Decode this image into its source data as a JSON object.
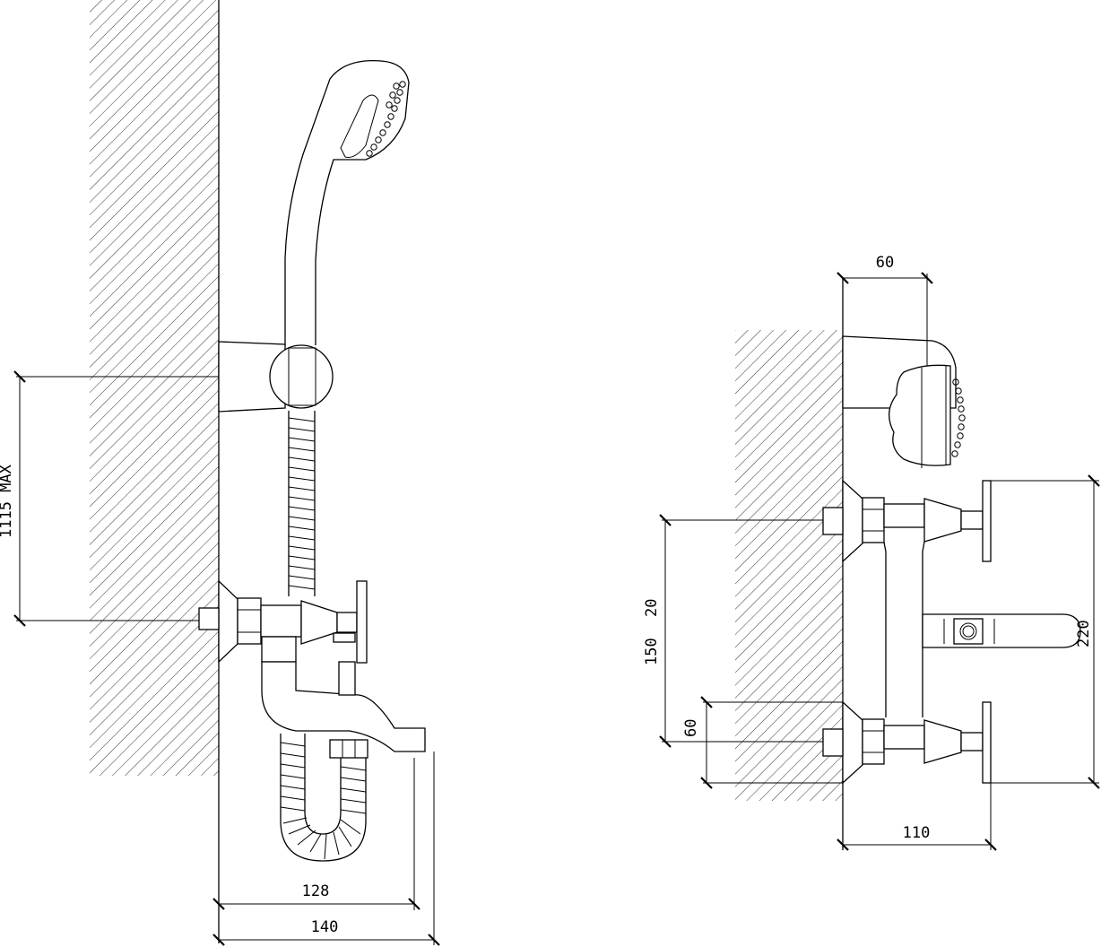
{
  "dimensions": {
    "height_max": "1115 MAX",
    "width_128": "128",
    "width_140": "140",
    "top_60": "60",
    "bottom_110": "110",
    "left_150": "150",
    "left_20": "20",
    "left_60": "60",
    "right_220": "220"
  },
  "colors": {
    "line": "#000000",
    "background": "#ffffff"
  }
}
